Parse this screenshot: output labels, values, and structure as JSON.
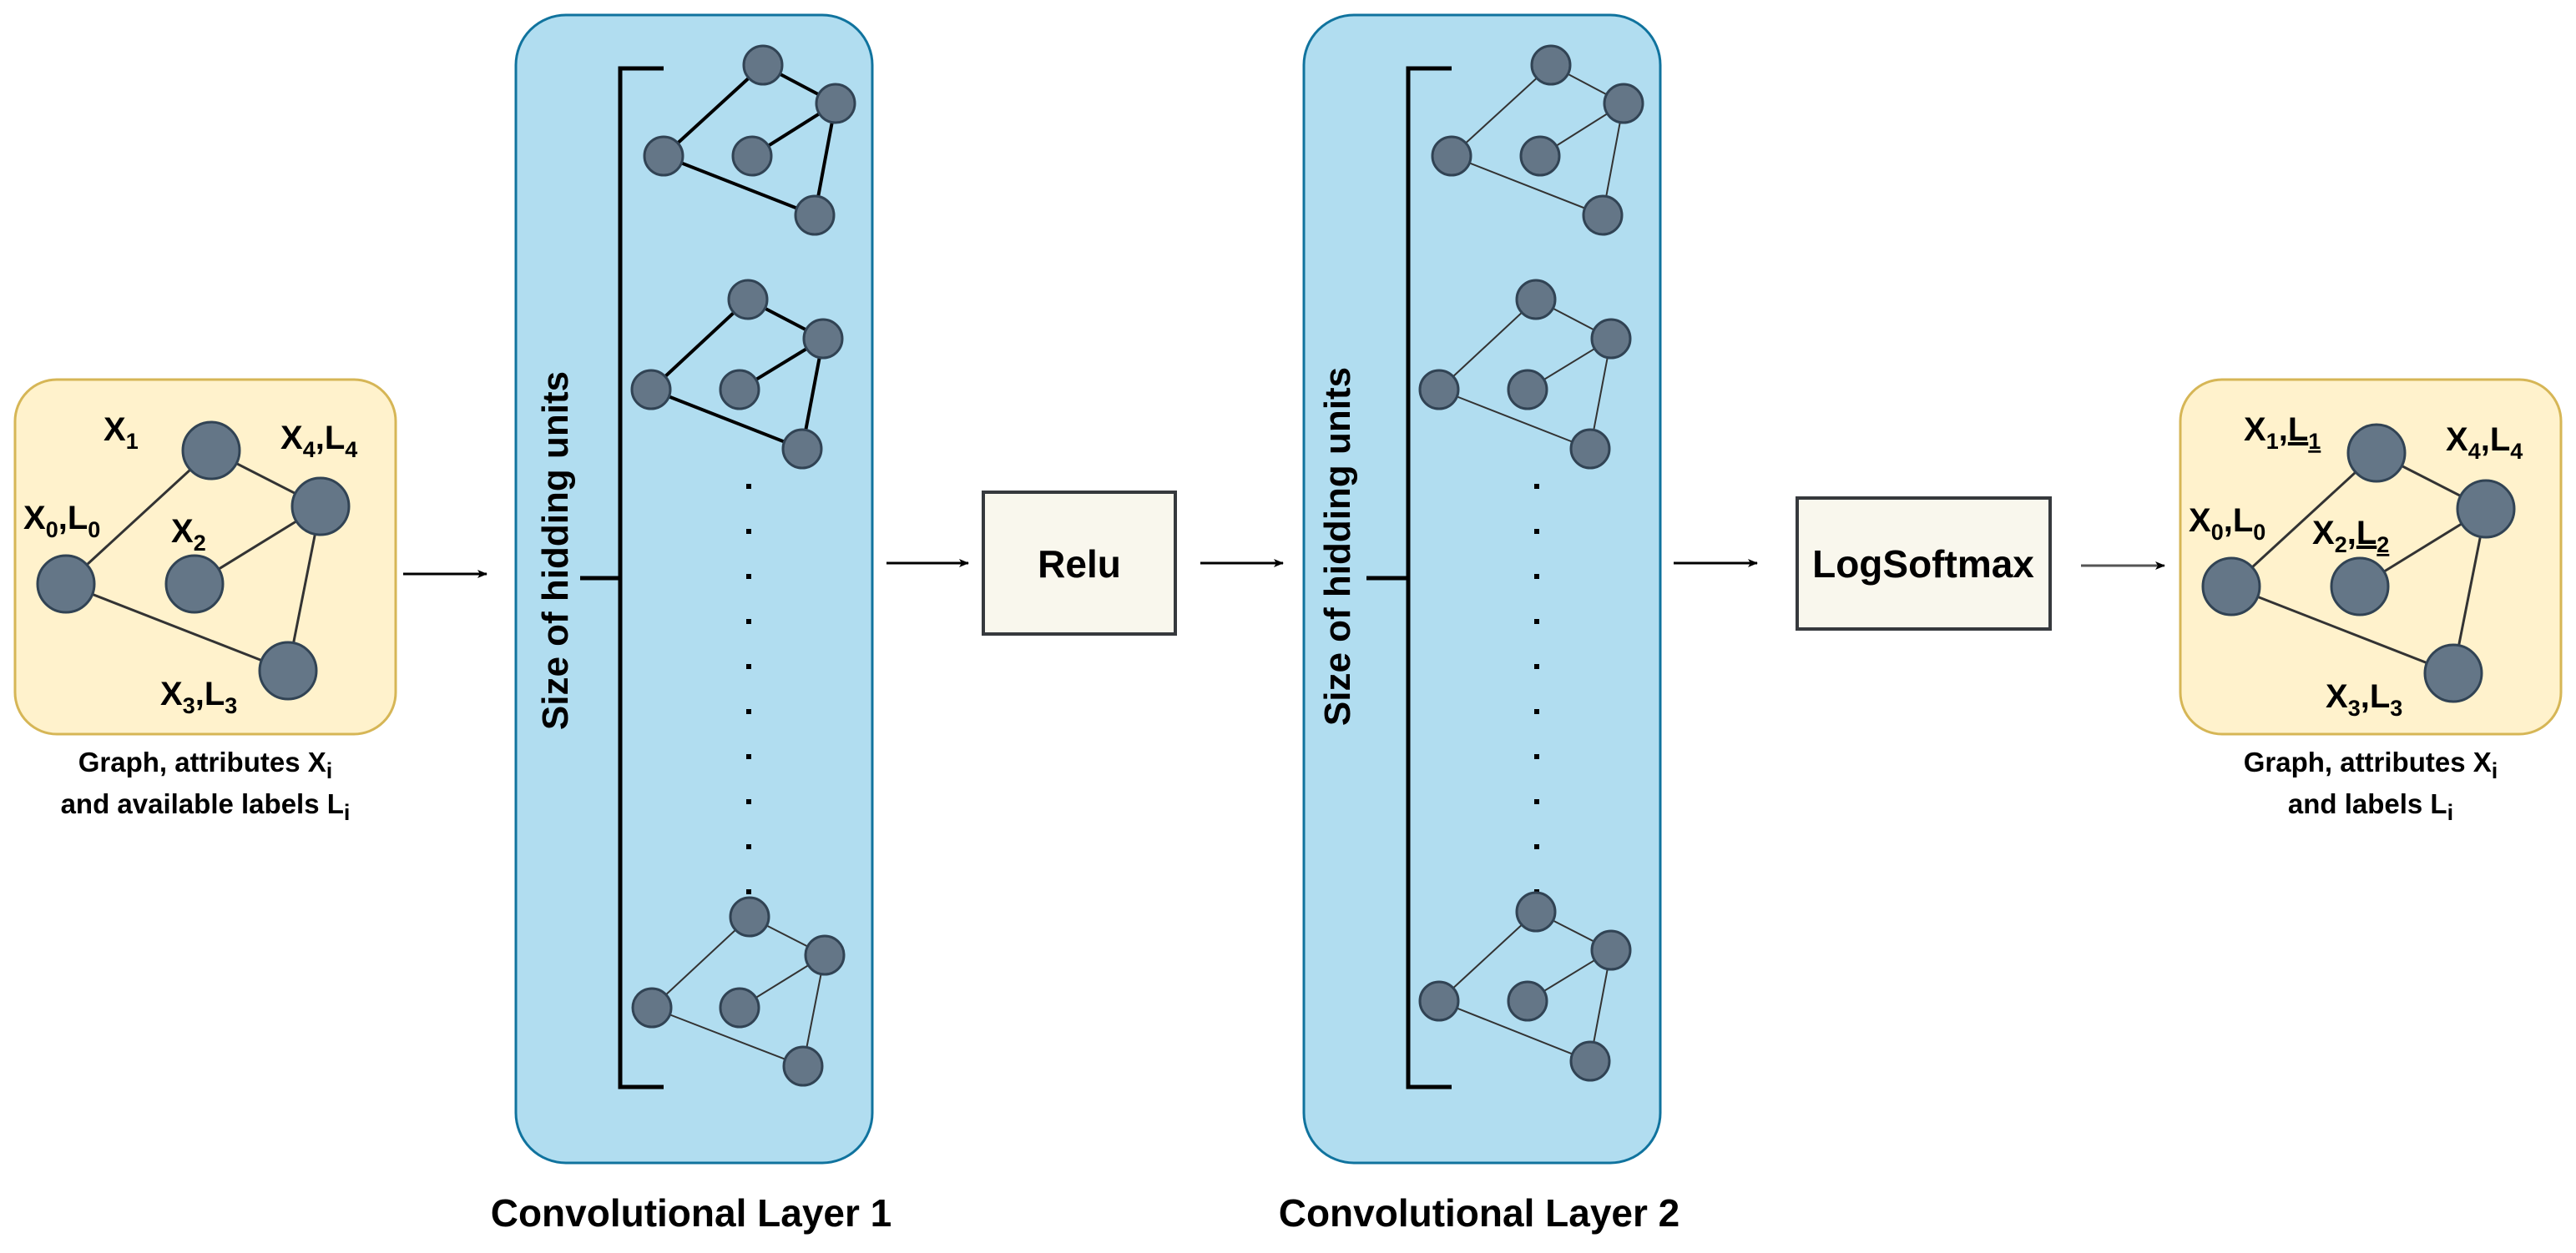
{
  "colors": {
    "graph_panel_fill": "#fff2cc",
    "graph_panel_stroke": "#d6b656",
    "layer_fill": "#b1ddf0",
    "layer_stroke": "#10739e",
    "node_fill": "#647687",
    "node_stroke": "#314354",
    "op_box_fill": "#f9f7ed",
    "op_box_stroke": "#36393d"
  },
  "input_graph": {
    "labels": {
      "x1": {
        "base": "X",
        "sub": "1"
      },
      "x0": {
        "base": "X",
        "sub": "0",
        "sep": ",",
        "label": "L",
        "label_sub": "0"
      },
      "x2": {
        "base": "X",
        "sub": "2"
      },
      "x4": {
        "base": "X",
        "sub": "4",
        "sep": ",",
        "label": "L",
        "label_sub": "4"
      },
      "x3": {
        "base": "X",
        "sub": "3",
        "sep": ",",
        "label": "L",
        "label_sub": "3"
      }
    },
    "caption_line1": "Graph, attributes X",
    "caption_line1_sub": "i",
    "caption_line2": "and available labels L",
    "caption_line2_sub": "i"
  },
  "layer1": {
    "title": "Convolutional Layer 1",
    "side_label": "Size of hidding units"
  },
  "relu": {
    "label": "Relu"
  },
  "layer2": {
    "title": "Convolutional Layer 2",
    "side_label": "Size of hidding units"
  },
  "logsoftmax": {
    "label": "LogSoftmax"
  },
  "output_graph": {
    "labels": {
      "x1": {
        "base": "X",
        "sub": "1",
        "sep": ",",
        "label": "L",
        "label_sub": "1"
      },
      "x0": {
        "base": "X",
        "sub": "0",
        "sep": ",",
        "label": "L",
        "label_sub": "0"
      },
      "x2": {
        "base": "X",
        "sub": "2",
        "sep": ",",
        "label": "L",
        "label_sub": "2"
      },
      "x4": {
        "base": "X",
        "sub": "4",
        "sep": ",",
        "label": "L",
        "label_sub": "4"
      },
      "x3": {
        "base": "X",
        "sub": "3",
        "sep": ",",
        "label": "L",
        "label_sub": "3"
      }
    },
    "caption_line1": "Graph, attributes X",
    "caption_line1_sub": "i",
    "caption_line2": "and labels L",
    "caption_line2_sub": "i"
  }
}
